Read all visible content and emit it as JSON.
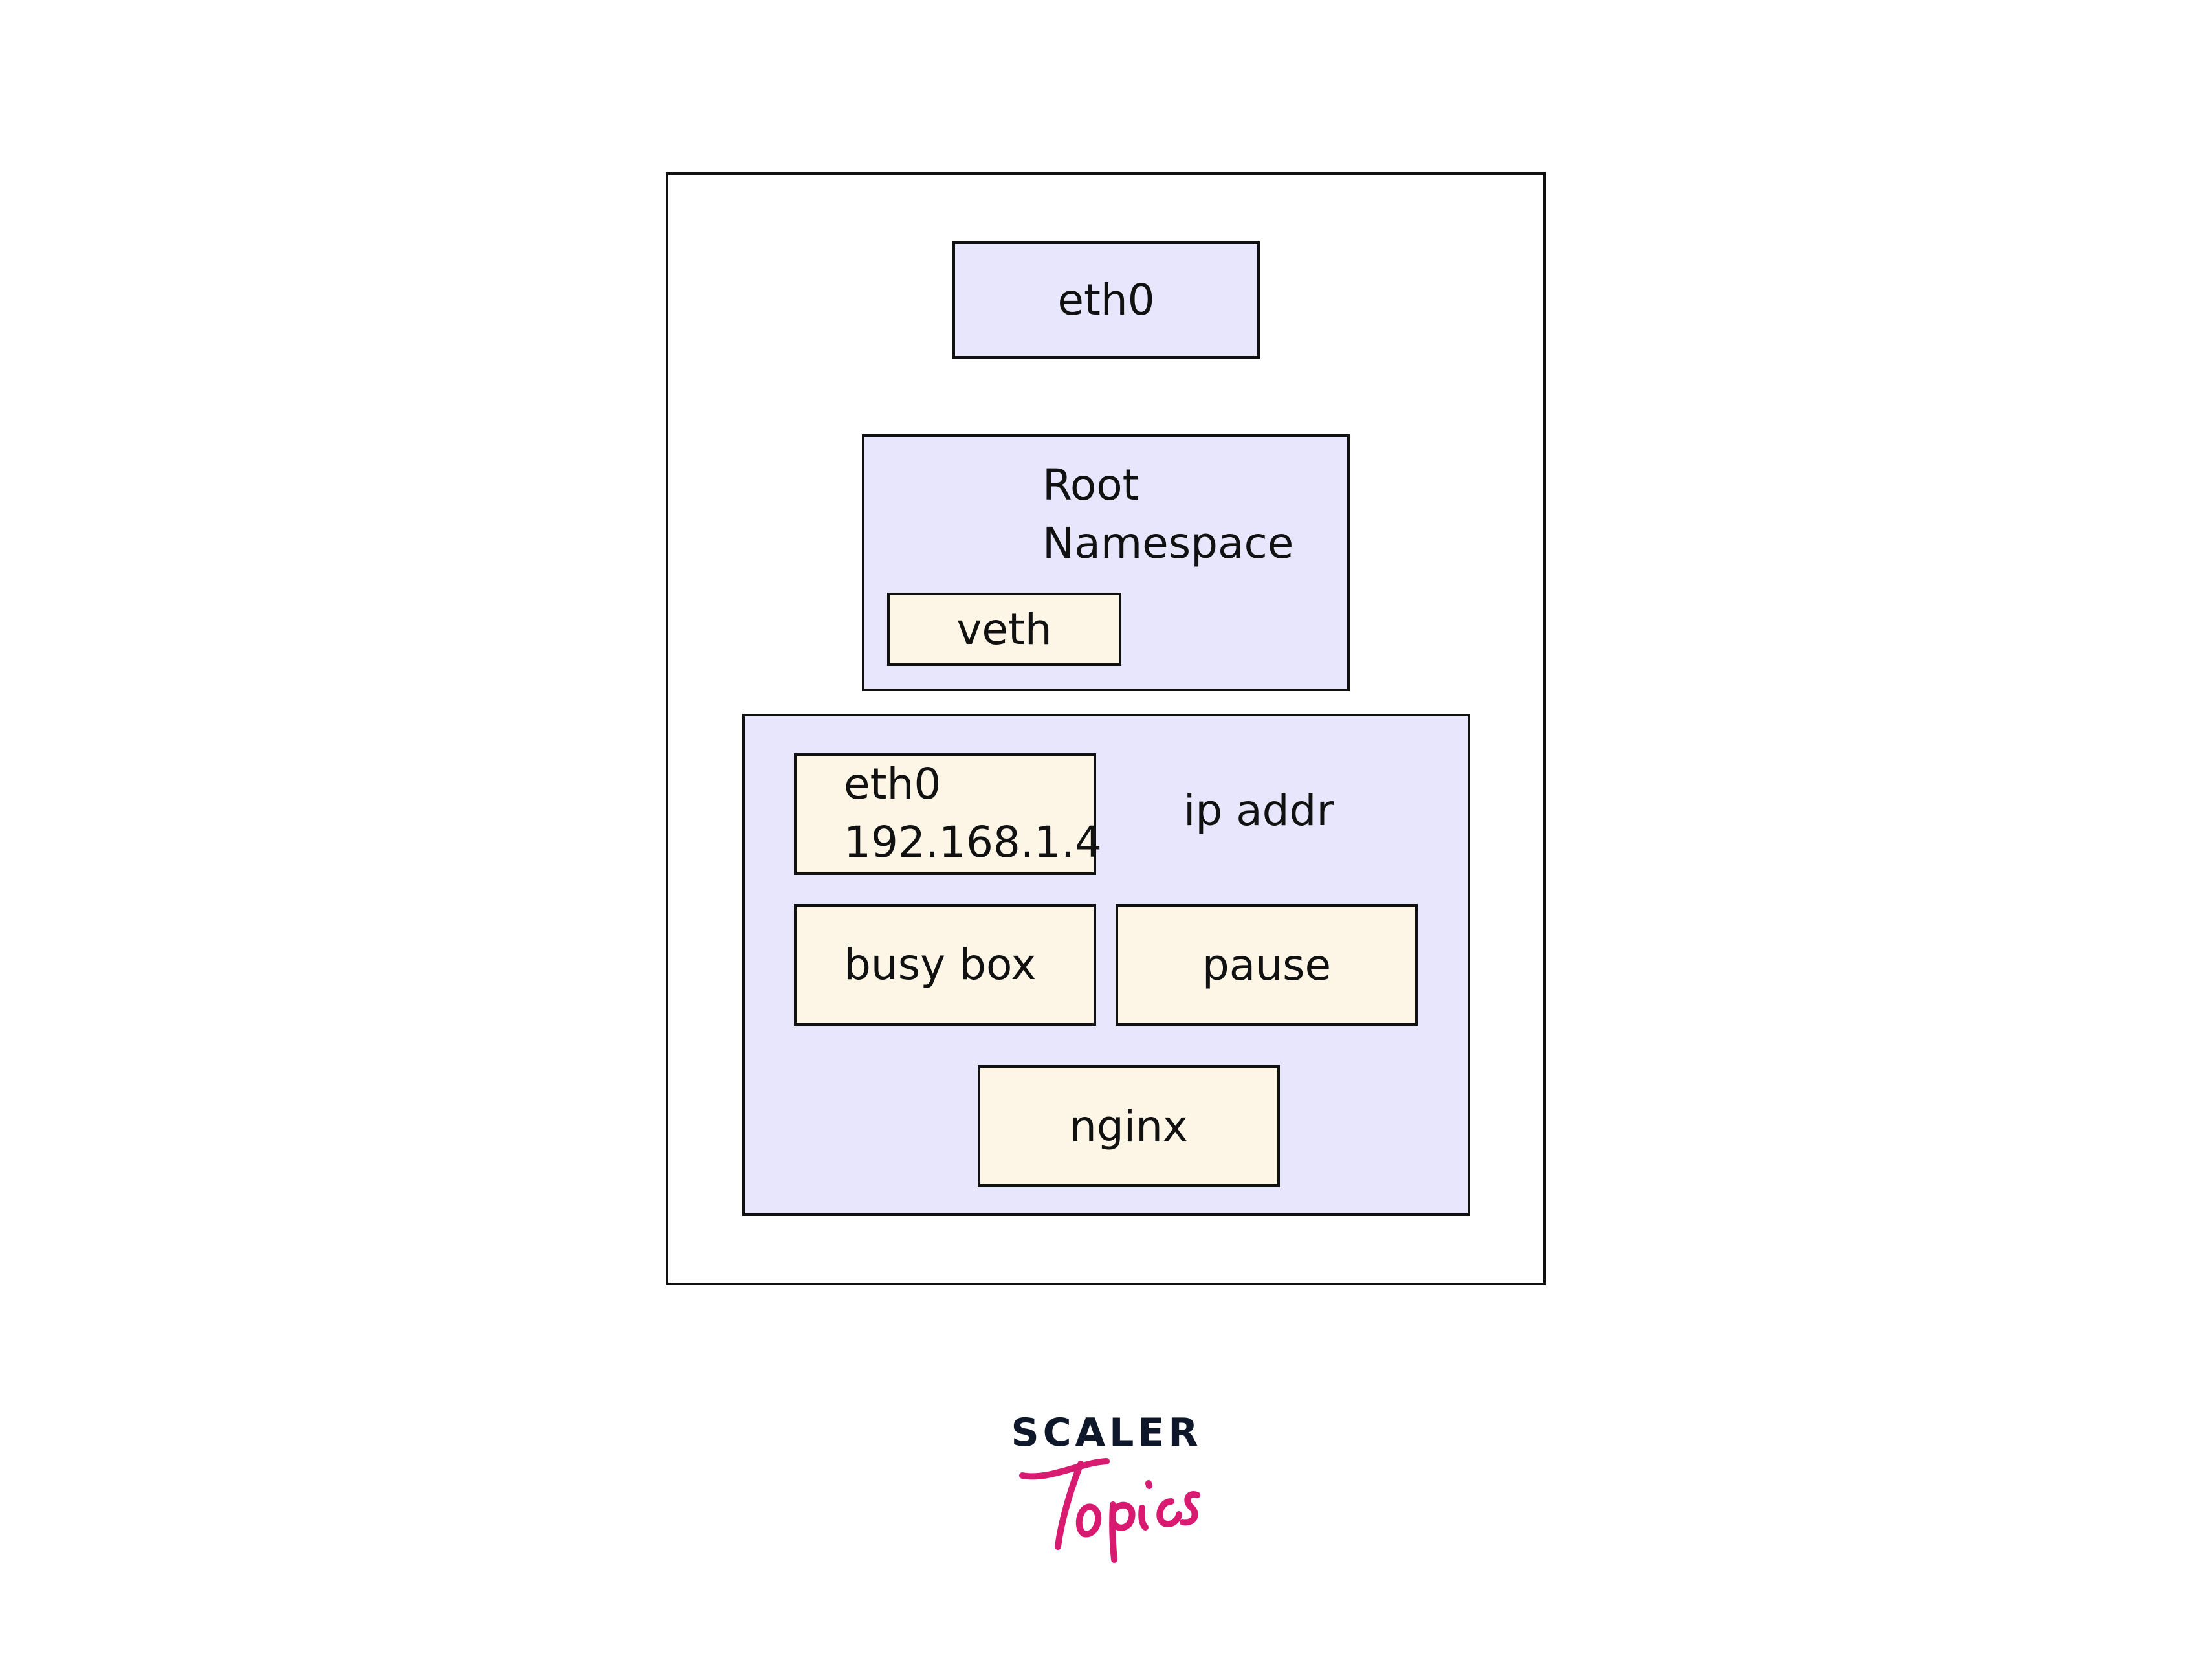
{
  "host": {
    "eth0_label": "eth0",
    "root_namespace": {
      "title_line1": "Root",
      "title_line2": "Namespace",
      "veth_label": "veth"
    },
    "pod": {
      "eth0_line1": "eth0",
      "eth0_line2": "192.168.1.4",
      "ip_addr_label": "ip addr",
      "containers": [
        "busy box",
        "pause",
        "nginx"
      ]
    }
  },
  "logo": {
    "line1": "SCALER",
    "line2": "Topics"
  },
  "colors": {
    "namespace_fill": "#e8e6fc",
    "container_fill": "#fdf5e6",
    "logo_dark": "#0f172a",
    "logo_pink": "#d81b70"
  }
}
